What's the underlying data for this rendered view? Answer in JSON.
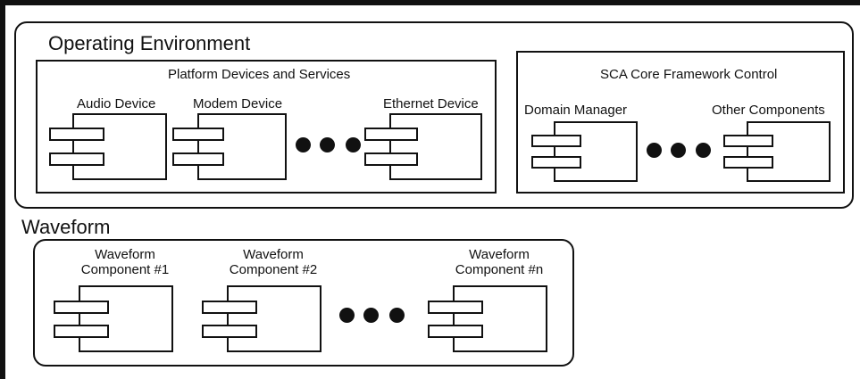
{
  "operating_environment": {
    "title": "Operating Environment",
    "platform": {
      "title": "Platform Devices and Services",
      "components": [
        "Audio Device",
        "Modem Device",
        "Ethernet Device"
      ]
    },
    "sca_core": {
      "title": "SCA Core Framework Control",
      "components": [
        "Domain Manager",
        "Other Components"
      ]
    }
  },
  "waveform": {
    "title": "Waveform",
    "components": [
      "Waveform\nComponent #1",
      "Waveform\nComponent #2",
      "Waveform\nComponent #n"
    ]
  },
  "ellipsis_icon": "three-dots"
}
